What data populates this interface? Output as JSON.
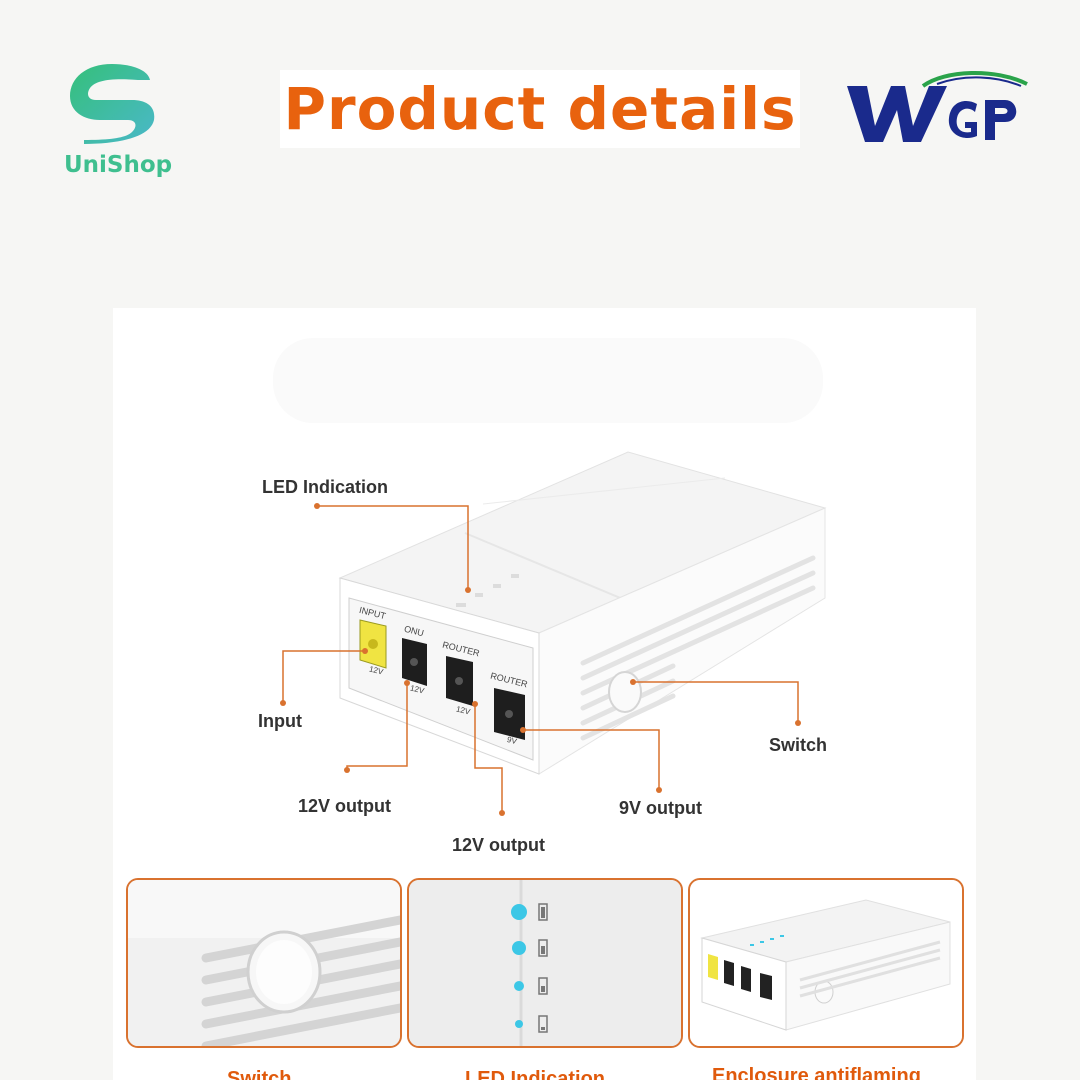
{
  "header": {
    "store_name": "UniShop",
    "title": "Product details",
    "brand_logo_text": "WGP",
    "accent_color": "#e8620e",
    "unishop_color": "#3fbf8f",
    "brand_color": "#1a2a8c"
  },
  "product": {
    "port_labels": {
      "input": "INPUT",
      "input_voltage": "12V",
      "onu": "ONU",
      "onu_voltage": "12V",
      "router1": "ROUTER",
      "router1_voltage": "12V",
      "router2": "ROUTER",
      "router2_voltage": "9V"
    },
    "callouts": {
      "led": "LED Indication",
      "input": "Input",
      "out_12v_a": "12V output",
      "out_12v_b": "12V output",
      "out_9v": "9V output",
      "switch": "Switch"
    }
  },
  "thumbnails": [
    {
      "caption": "Switch"
    },
    {
      "caption": "LED Indication"
    },
    {
      "caption": "Enclosure antiflaming"
    }
  ]
}
